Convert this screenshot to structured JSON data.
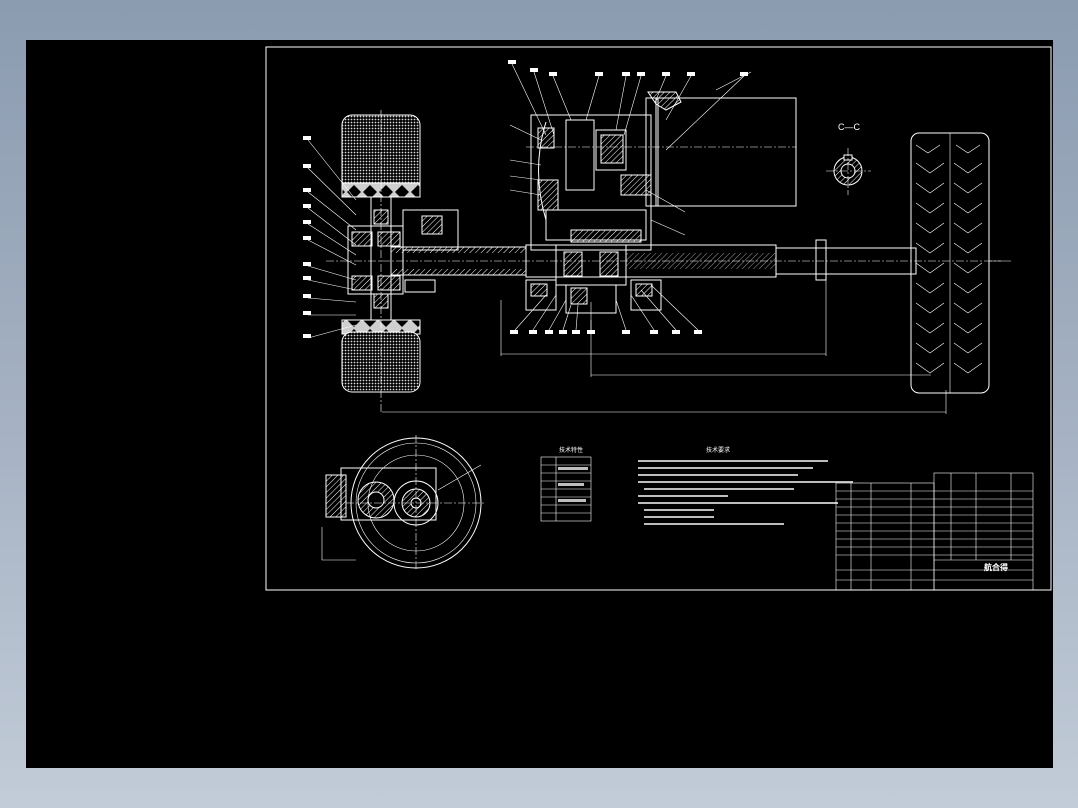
{
  "views": {
    "section_label": "C—C"
  },
  "tables": {
    "tech_params_title": "技术特性",
    "tech_reqs_title": "技术要求",
    "title_block_company": "航合得"
  },
  "colors": {
    "viewport_bg": "#000000",
    "linework": "#ffffff",
    "app_bg_top": "#8b9bb0",
    "app_bg_bottom": "#c2ccd8"
  }
}
